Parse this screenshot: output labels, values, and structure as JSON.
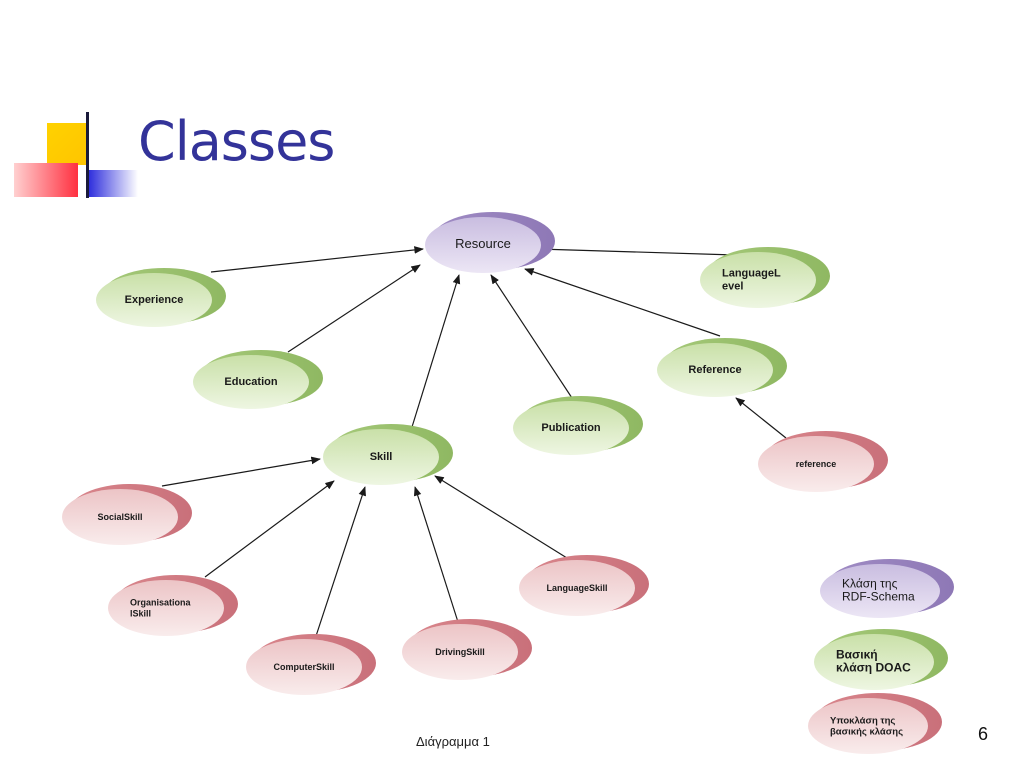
{
  "slide": {
    "title": "Classes",
    "caption": "Διάγραμμα 1",
    "page_number": "6"
  },
  "colors": {
    "title": "#333399",
    "rdf_class": "#b9a9d4",
    "doac_class": "#a9c97a",
    "doac_subclass": "#d98a90",
    "arrow": "#1a1a1a"
  },
  "nodes": [
    {
      "id": "resource",
      "label": [
        "Resource"
      ],
      "kind": "rdf"
    },
    {
      "id": "experience",
      "label": [
        "Experience"
      ],
      "kind": "doac"
    },
    {
      "id": "education",
      "label": [
        "Education"
      ],
      "kind": "doac"
    },
    {
      "id": "skill",
      "label": [
        "Skill"
      ],
      "kind": "doac"
    },
    {
      "id": "publication",
      "label": [
        "Publication"
      ],
      "kind": "doac"
    },
    {
      "id": "reference",
      "label": [
        "Reference"
      ],
      "kind": "doac"
    },
    {
      "id": "languagelevel",
      "label": [
        "LanguageL",
        "evel"
      ],
      "kind": "doac"
    },
    {
      "id": "reference-sub",
      "label": [
        "reference"
      ],
      "kind": "sub"
    },
    {
      "id": "socialskill",
      "label": [
        "SocialSkill"
      ],
      "kind": "sub"
    },
    {
      "id": "organisationalskill",
      "label": [
        "Organisationa",
        "lSkill"
      ],
      "kind": "sub"
    },
    {
      "id": "computerskill",
      "label": [
        "ComputerSkill"
      ],
      "kind": "sub"
    },
    {
      "id": "drivingskill",
      "label": [
        "DrivingSkill"
      ],
      "kind": "sub"
    },
    {
      "id": "languageskill",
      "label": [
        "LanguageSkill"
      ],
      "kind": "sub"
    }
  ],
  "edges": [
    {
      "from": "experience",
      "to": "resource"
    },
    {
      "from": "education",
      "to": "resource"
    },
    {
      "from": "skill",
      "to": "resource"
    },
    {
      "from": "publication",
      "to": "resource"
    },
    {
      "from": "reference",
      "to": "resource"
    },
    {
      "from": "languagelevel",
      "to": "resource"
    },
    {
      "from": "reference-sub",
      "to": "reference"
    },
    {
      "from": "socialskill",
      "to": "skill"
    },
    {
      "from": "organisationalskill",
      "to": "skill"
    },
    {
      "from": "computerskill",
      "to": "skill"
    },
    {
      "from": "drivingskill",
      "to": "skill"
    },
    {
      "from": "languageskill",
      "to": "skill"
    }
  ],
  "legend": [
    {
      "kind": "rdf",
      "label": [
        "Κλάση     της",
        "RDF-Schema"
      ]
    },
    {
      "kind": "doac",
      "label": [
        "Βασική",
        "κλάση DOAC"
      ]
    },
    {
      "kind": "sub",
      "label": [
        "Υποκλάση     της",
        "βασικής κλάσης"
      ]
    }
  ]
}
